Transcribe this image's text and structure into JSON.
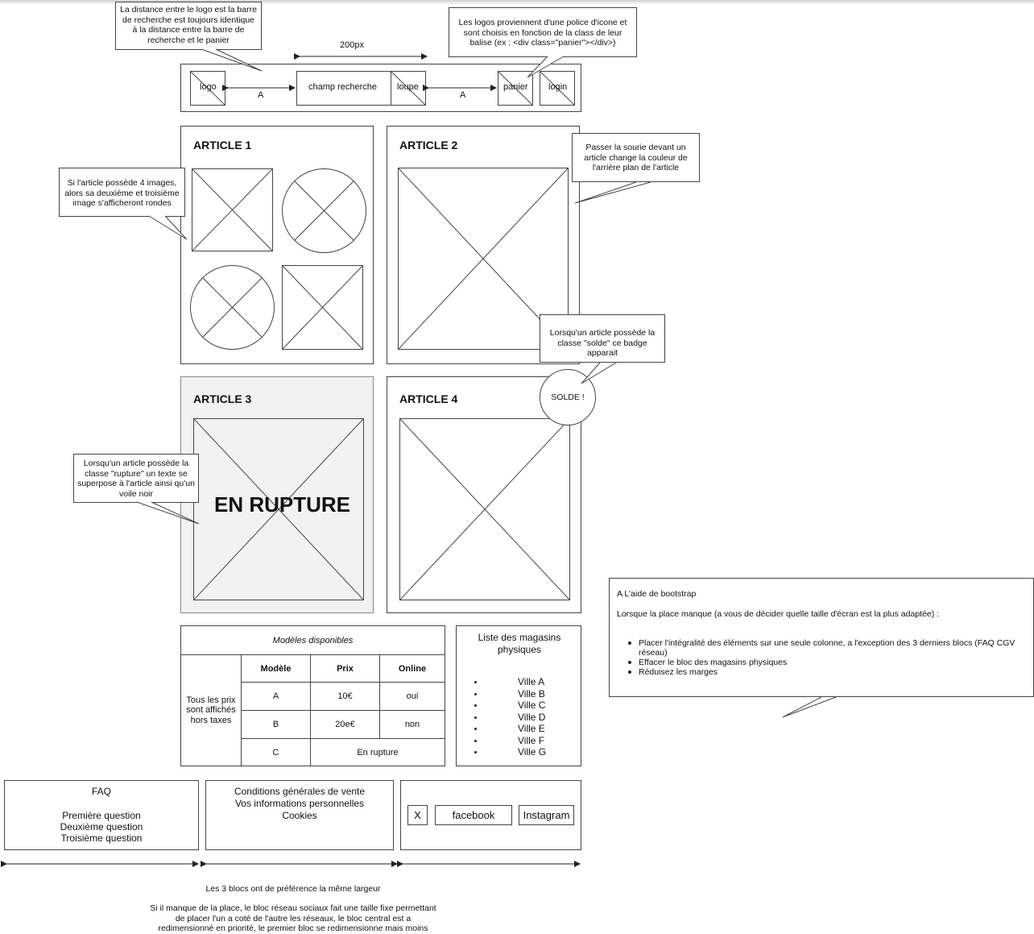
{
  "header": {
    "logo": "logo",
    "search": "champ recherche",
    "loupe": "loupe",
    "panier": "panier",
    "login": "login",
    "dim_label": "200px",
    "gap_a_left": "A",
    "gap_a_right": "A"
  },
  "notes": {
    "logo_distance": "La distance entre le logo est la barre de recherche est toujours identique à la distance entre la barre de recherche et le panier",
    "icon_font": "Les logos proviennent d'une police d'icone et sont choisis en fonction de la class de leur balise (ex : <div class=\"panier\"></div>)",
    "four_images": "Si l'article possède 4 images, alors sa deuxième et troisième image s'afficheront rondes",
    "hover": "Passer la sourie devant un article change la couleur de l'arrière plan de l'article",
    "solde": "Lorsqu'un article possède la classe \"solde\" ce badge apparait",
    "rupture": "Lorsqu'un article possède la classe \"rupture\" un texte se superpose à l'article ainsi qu'un voile noir"
  },
  "articles": {
    "a1": "ARTICLE 1",
    "a2": "ARTICLE 2",
    "a3": "ARTICLE 3",
    "a4": "ARTICLE 4",
    "rupture_text": "EN RUPTURE",
    "solde_badge": "SOLDE !"
  },
  "table": {
    "caption": "Modèles disponibles",
    "side_note": "Tous les prix sont affichés hors taxes",
    "headers": [
      "Modèle",
      "Prix",
      "Online"
    ],
    "rows": [
      [
        "A",
        "10€",
        "oui"
      ],
      [
        "B",
        "20e€",
        "non"
      ],
      [
        "C",
        "En rupture",
        ""
      ]
    ]
  },
  "stores": {
    "title": "Liste des magasins physiques",
    "items": [
      "Ville A",
      "Ville B",
      "Ville C",
      "Ville D",
      "Ville E",
      "Ville F",
      "Ville G"
    ]
  },
  "footer": {
    "faq_title": "FAQ",
    "faq_items": [
      "Première question",
      "Deuxième question",
      "Troisième question"
    ],
    "cgv_lines": [
      "Conditions générales de vente",
      "Vos informations personnelles",
      "Cookies"
    ],
    "social": [
      "X",
      "facebook",
      "Instagram"
    ]
  },
  "bootstrap_note": {
    "title": "A L'aide de bootstrap",
    "intro": "Lorsque la place manque (a vous de décider quelle taille d'écran est la plus adaptée) :",
    "bullets": [
      "Placer l'intégralité des éléments sur une seule colonne, a l'exception des 3 derniers blocs (FAQ CGV réseau)",
      "Effacer le bloc des magasins physiques",
      "Réduisez les marges"
    ]
  },
  "bottom_notes": {
    "same_width": "Les 3 blocs ont de préférence la même largeur",
    "resize": "Si il manque de la place, le bloc réseau sociaux fait une taille fixe permettant de placer l'un a coté de l'autre les réseaux, le bloc central est a redimensionné en priorité, le premier bloc se redimensionne mais moins"
  },
  "colors": {
    "stroke": "#444444",
    "rupture_bg": "#f2f2f2"
  }
}
